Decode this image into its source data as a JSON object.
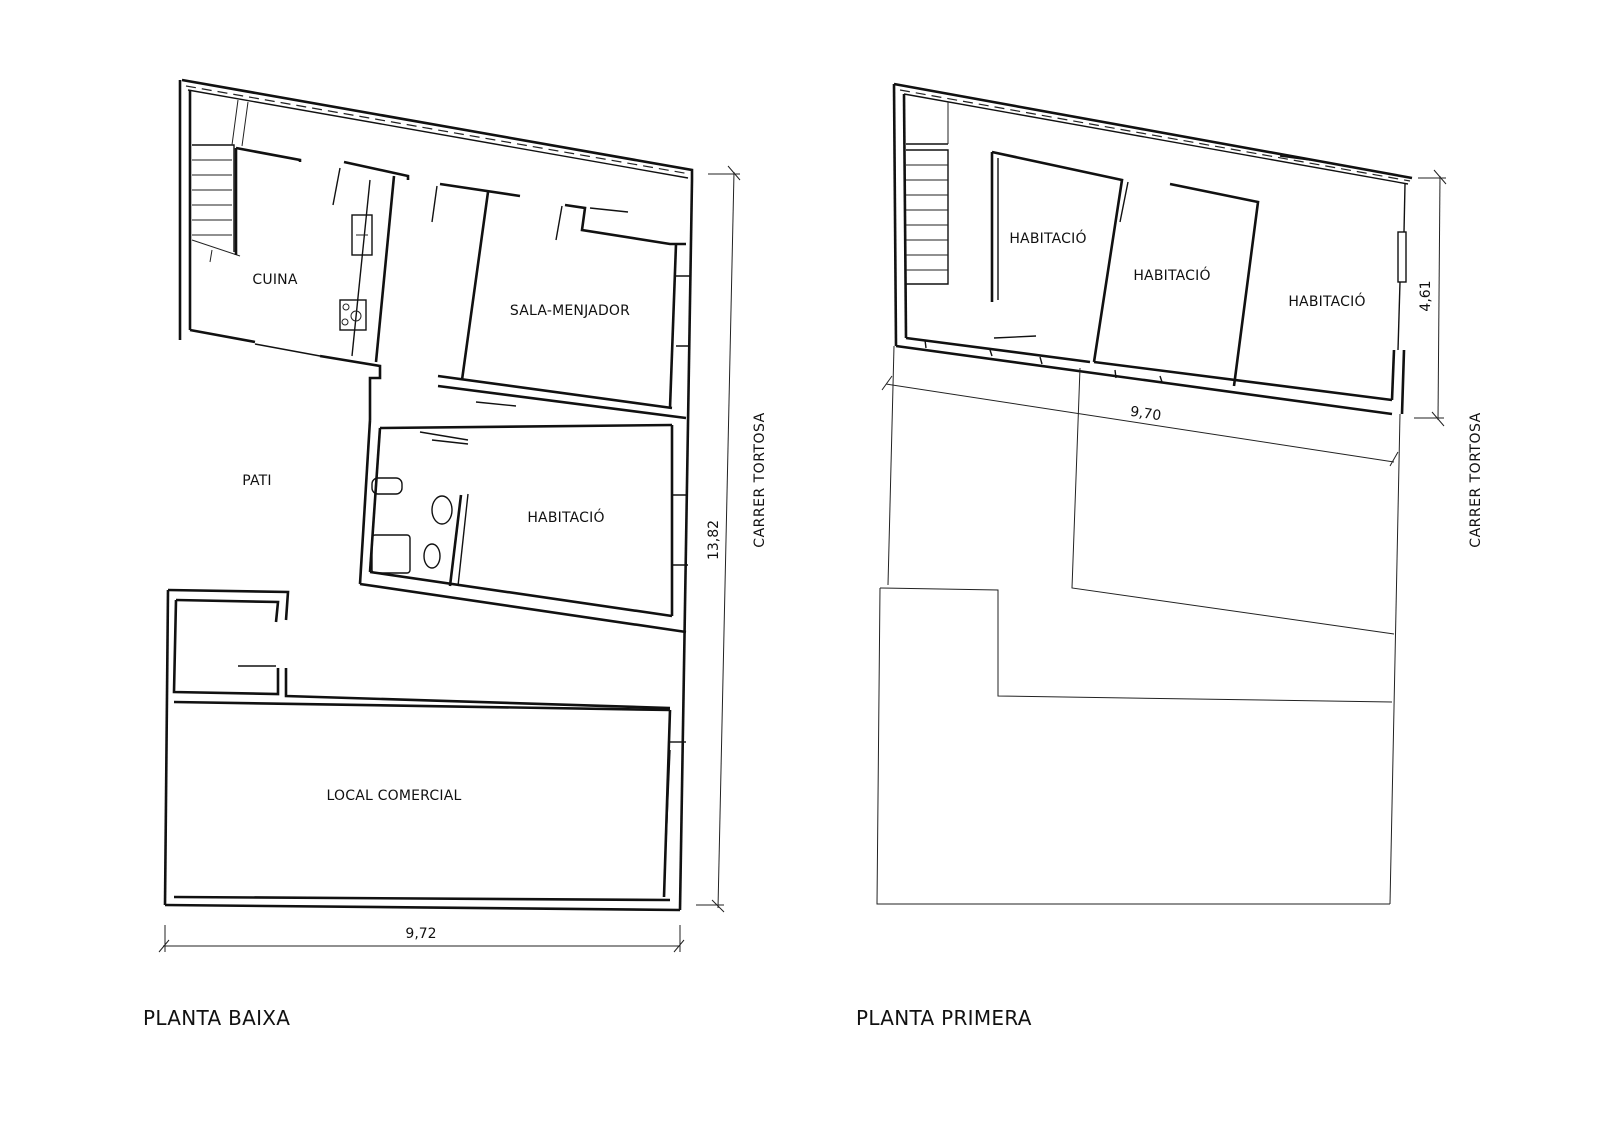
{
  "ground_floor": {
    "title": "PLANTA BAIXA",
    "rooms": {
      "kitchen": "CUINA",
      "living_dining": "SALA-MENJADOR",
      "bedroom": "HABITACIÓ",
      "patio": "PATI",
      "commercial": "LOCAL COMERCIAL"
    },
    "dimensions": {
      "width": "9,72",
      "depth": "13,82"
    },
    "street": "CARRER TORTOSA"
  },
  "first_floor": {
    "title": "PLANTA PRIMERA",
    "rooms": {
      "bedroom_1": "HABITACIÓ",
      "bedroom_2": "HABITACIÓ",
      "bedroom_3": "HABITACIÓ"
    },
    "dimensions": {
      "width": "9,70",
      "depth": "4,61"
    },
    "street": "CARRER TORTOSA"
  },
  "colors": {
    "line": "#111111",
    "background": "#ffffff"
  }
}
